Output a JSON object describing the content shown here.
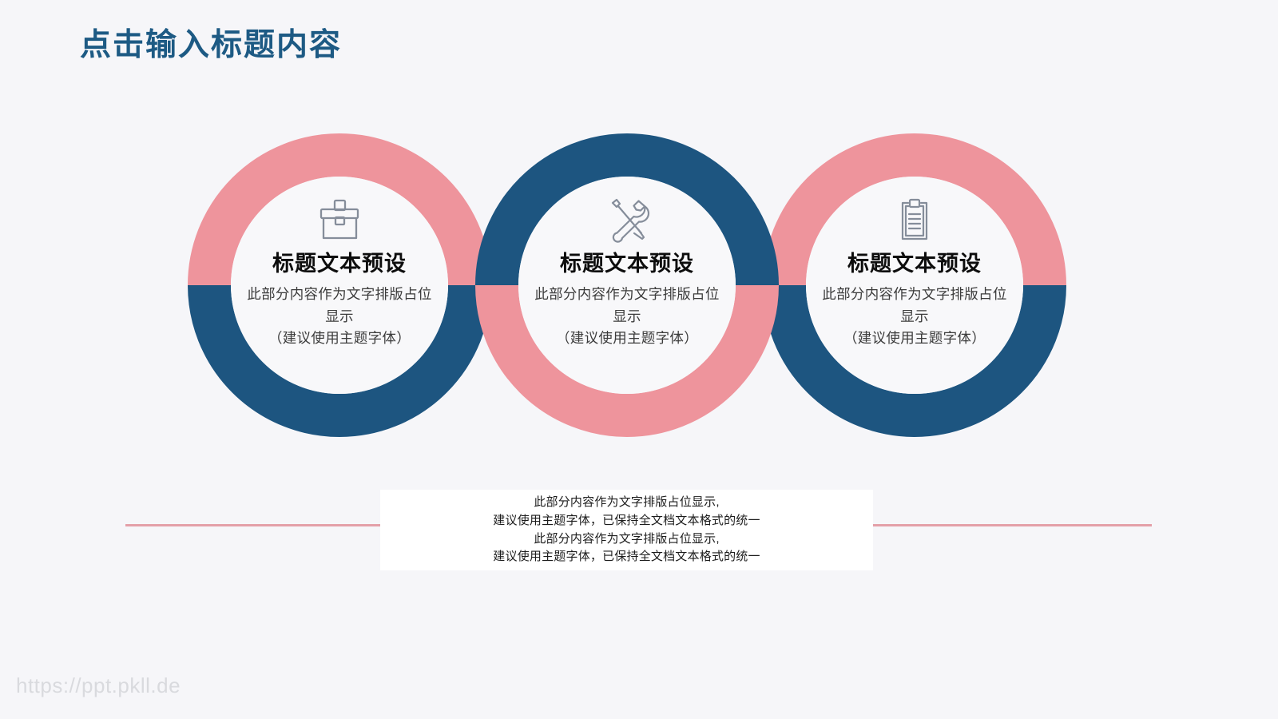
{
  "slide": {
    "title": "点击输入标题内容",
    "background_color": "#f6f6f9",
    "title_color": "#1d5a84"
  },
  "theme": {
    "pink": "#ee949c",
    "blue": "#1d5580",
    "inner_fill": "#f8f8fa",
    "icon_stroke": "#808896",
    "rule_color": "#e4a0a8"
  },
  "circles": [
    {
      "icon": "briefcase-icon",
      "title": "标题文本预设",
      "desc_line_1": "此部分内容作为文字排版占位",
      "desc_line_2": "显示",
      "desc_line_3": "（建议使用主题字体）",
      "ring_top_color": "#ee949c",
      "ring_bottom_color": "#1d5580"
    },
    {
      "icon": "wrench-screwdriver-icon",
      "title": "标题文本预设",
      "desc_line_1": "此部分内容作为文字排版占位",
      "desc_line_2": "显示",
      "desc_line_3": "（建议使用主题字体）",
      "ring_top_color": "#1d5580",
      "ring_bottom_color": "#ee949c"
    },
    {
      "icon": "clipboard-icon",
      "title": "标题文本预设",
      "desc_line_1": "此部分内容作为文字排版占位",
      "desc_line_2": "显示",
      "desc_line_3": "（建议使用主题字体）",
      "ring_top_color": "#ee949c",
      "ring_bottom_color": "#1d5580"
    }
  ],
  "note_box": {
    "line_1": "此部分内容作为文字排版占位显示,",
    "line_2": "建议使用主题字体，已保持全文档文本格式的统一",
    "line_3": "此部分内容作为文字排版占位显示,",
    "line_4": "建议使用主题字体，已保持全文档文本格式的统一"
  },
  "watermark": {
    "text": "https://ppt.pkll.de"
  }
}
